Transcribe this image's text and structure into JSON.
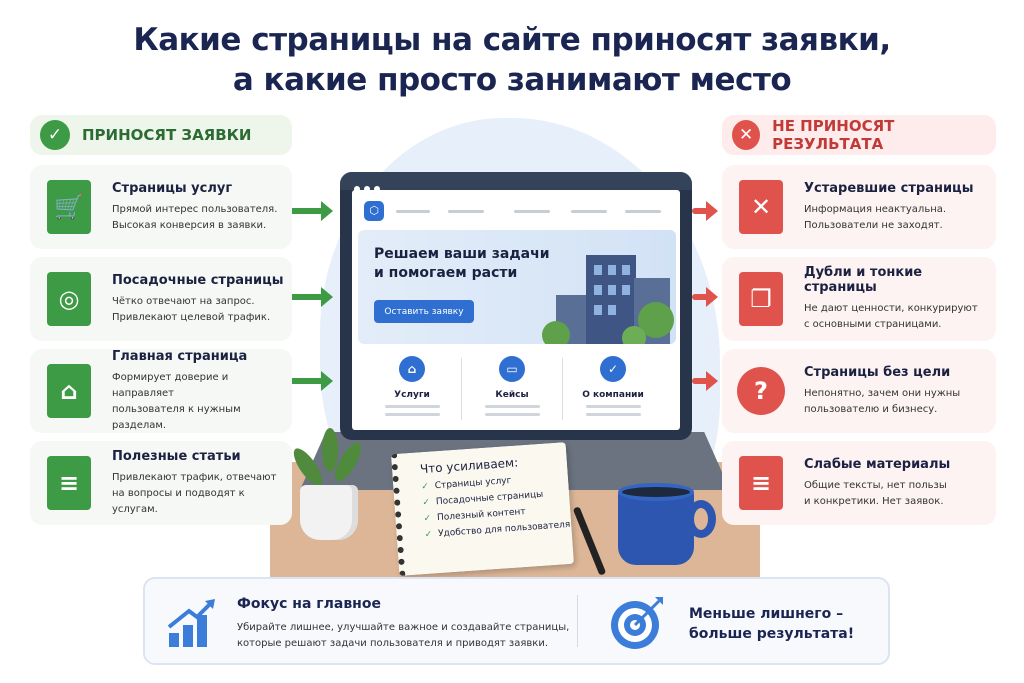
{
  "title": {
    "line1": "Какие страницы на сайте приносят заявки,",
    "line2": "а какие просто занимают место"
  },
  "colors": {
    "good": "#3d9a45",
    "bad": "#e0534d",
    "accent": "#2f6fd1",
    "title": "#1a2552"
  },
  "good": {
    "header": "ПРИНОСЯТ ЗАЯВКИ",
    "icon": "check-icon",
    "items": [
      {
        "title": "Страницы услуг",
        "line1": "Прямой интерес пользователя.",
        "line2": "Высокая конверсия в заявки.",
        "icon": "shopping-cart-icon"
      },
      {
        "title": "Посадочные страницы",
        "line1": "Чётко отвечают на запрос.",
        "line2": "Привлекают целевой трафик.",
        "icon": "target-icon"
      },
      {
        "title": "Главная страница",
        "line1": "Формирует доверие и направляет",
        "line2": "пользователя к нужным разделам.",
        "icon": "home-icon"
      },
      {
        "title": "Полезные статьи",
        "line1": "Привлекают трафик, отвечают",
        "line2": "на вопросы и подводят к услугам.",
        "icon": "document-icon"
      }
    ]
  },
  "bad": {
    "header": "НЕ ПРИНОСЯТ РЕЗУЛЬТАТА",
    "icon": "x-icon",
    "items": [
      {
        "title": "Устаревшие страницы",
        "line1": "Информация неактуальна.",
        "line2": "Пользователи не заходят.",
        "icon": "document-x-icon"
      },
      {
        "title": "Дубли и тонкие страницы",
        "line1": "Не дают ценности, конкурируют",
        "line2": "с основными страницами.",
        "icon": "duplicate-icon"
      },
      {
        "title": "Страницы без цели",
        "line1": "Непонятно, зачем они нужны",
        "line2": "пользователю и бизнесу.",
        "icon": "question-icon"
      },
      {
        "title": "Слабые материалы",
        "line1": "Общие тексты, нет пользы",
        "line2": "и конкретики. Нет заявок.",
        "icon": "document-lines-icon"
      }
    ]
  },
  "laptop": {
    "hero_line1": "Решаем ваши задачи",
    "hero_line2": "и помогаем расти",
    "cta": "Оставить заявку",
    "features": [
      "Услуги",
      "Кейсы",
      "О компании"
    ]
  },
  "notebook": {
    "title": "Что усиливаем:",
    "items": [
      "Страницы услуг",
      "Посадочные страницы",
      "Полезный контент",
      "Удобство для пользователя"
    ]
  },
  "bottom": {
    "title": "Фокус на главное",
    "line1": "Убирайте лишнее, улучшайте важное и создавайте страницы,",
    "line2": "которые решают задачи пользователя и приводят заявки.",
    "slogan1": "Меньше лишнего –",
    "slogan2": "больше результата!"
  }
}
